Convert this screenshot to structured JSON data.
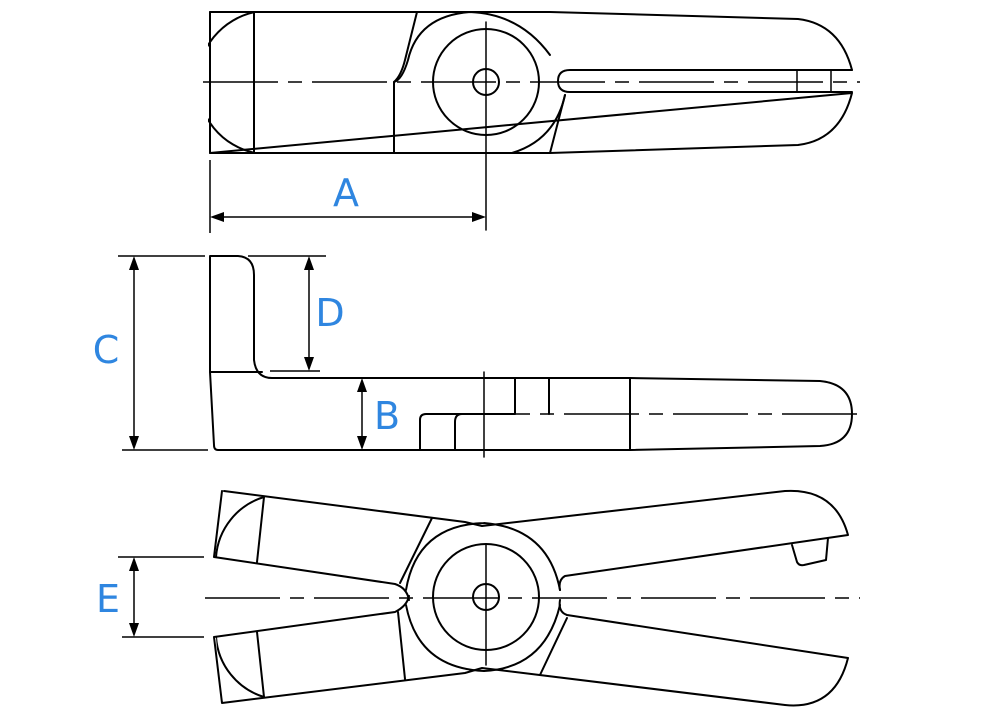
{
  "colors": {
    "line": "#000000",
    "label": "#2f86e0",
    "background": "#ffffff"
  },
  "dimensions": {
    "a": "A",
    "b": "B",
    "c": "C",
    "d": "D",
    "e": "E"
  }
}
